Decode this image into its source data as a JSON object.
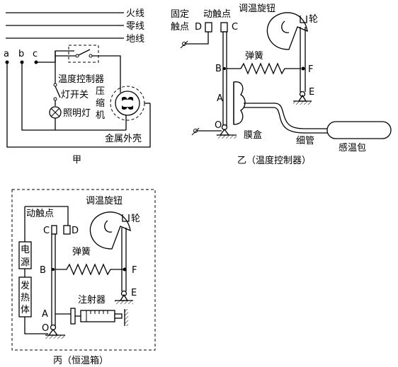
{
  "jia": {
    "wire_live": "火线",
    "wire_neutral": "零线",
    "wire_ground": "地线",
    "terminal_a": "a",
    "terminal_b": "b",
    "terminal_c": "c",
    "temp_controller": "温度控制器",
    "lamp_switch": "灯开关",
    "compressor": "压缩机",
    "lamp": "照明灯",
    "metal_shell": "金属外壳",
    "caption": "甲"
  },
  "yi": {
    "fixed_contact": "固定触点",
    "moving_contact": "动触点",
    "knob": "调温旋钮",
    "wheel": "轮",
    "spring": "弹簧",
    "label_B": "B",
    "label_F": "F",
    "label_E": "E",
    "label_A": "A",
    "label_O": "O",
    "label_C": "C",
    "label_D": "D",
    "bellows": "膜盒",
    "capillary": "细管",
    "bulb": "感温包",
    "caption": "乙（温度控制器）"
  },
  "bing": {
    "knob": "调温旋钮",
    "moving_contact": "动触点",
    "wheel": "轮",
    "power_supply": "电源",
    "heater": "发热体",
    "spring": "弹簧",
    "syringe": "注射器",
    "label_C": "C",
    "label_D": "D",
    "label_B": "B",
    "label_F": "F",
    "label_E": "E",
    "label_A": "A",
    "label_O": "O",
    "caption": "丙（恒温箱）"
  }
}
